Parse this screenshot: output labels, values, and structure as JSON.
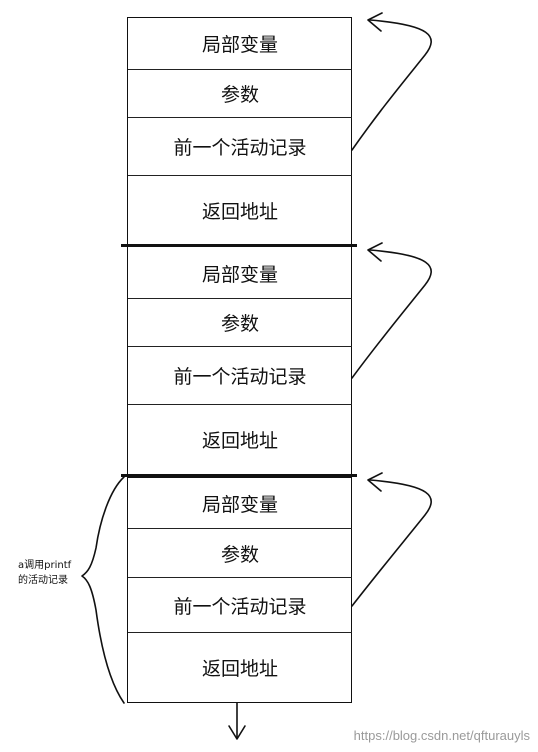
{
  "frames": [
    {
      "rows": [
        "局部变量",
        "参数",
        "前一个活动记录",
        "返回地址"
      ]
    },
    {
      "rows": [
        "局部变量",
        "参数",
        "前一个活动记录",
        "返回地址"
      ]
    },
    {
      "rows": [
        "局部变量",
        "参数",
        "前一个活动记录",
        "返回地址"
      ]
    }
  ],
  "brace_label": {
    "line1": "a调用printf",
    "line2": "的活动记录"
  },
  "watermark": "https://blog.csdn.net/qfturauyls",
  "colors": {
    "stroke": "#111111",
    "watermark": "#9a9a9a"
  }
}
